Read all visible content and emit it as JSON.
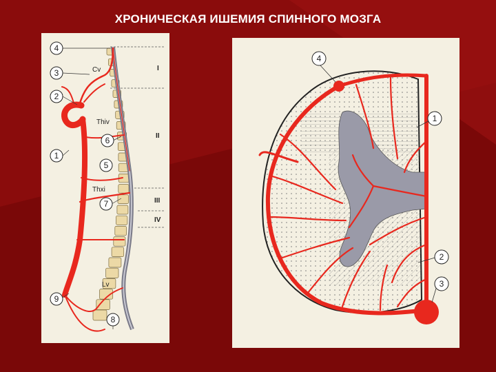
{
  "slide": {
    "title": "ХРОНИЧЕСКАЯ ИШЕМИЯ СПИННОГО МОЗГА",
    "colors": {
      "background": "#8a0c0c",
      "vessel": "#e8281e",
      "panel": "#f4f0e2",
      "vertebra": "#ecd9a6",
      "gray_matter": "#9a9aa8"
    }
  },
  "left_diagram": {
    "segment_labels": [
      "Cv",
      "Thiv",
      "Thxi",
      "Lv"
    ],
    "zones": [
      "I",
      "II",
      "III",
      "IV"
    ],
    "markers": [
      "4",
      "3",
      "2",
      "1",
      "6",
      "5",
      "7",
      "9",
      "8"
    ]
  },
  "right_diagram": {
    "markers": [
      "4",
      "1",
      "2",
      "3"
    ]
  }
}
